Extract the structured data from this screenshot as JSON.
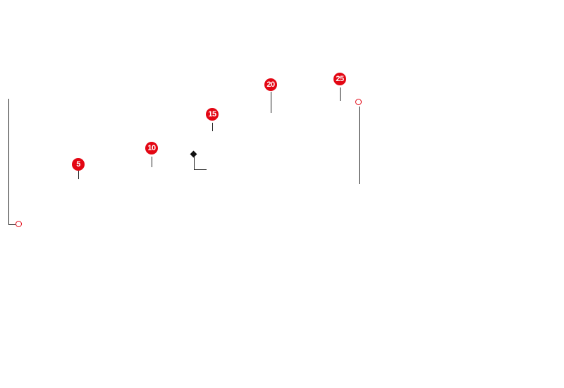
{
  "route": {
    "accent_color": "#e30613",
    "km_markers": [
      {
        "label": "5"
      },
      {
        "label": "10"
      },
      {
        "label": "15"
      },
      {
        "label": "20"
      },
      {
        "label": "25"
      }
    ],
    "start_icon": "start-ring-icon",
    "end_icon": "finish-ring-icon",
    "waypoint_icon": "diamond-icon"
  }
}
